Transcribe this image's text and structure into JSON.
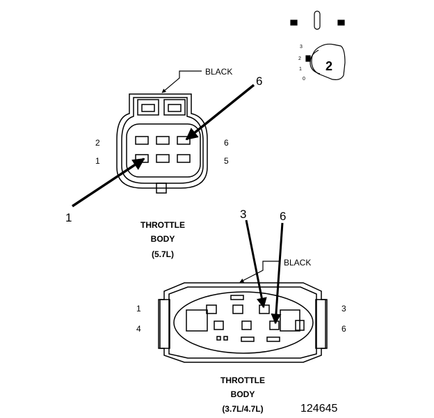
{
  "top_connector": {
    "wire_color": "BLACK",
    "pin_labels": {
      "left_upper": "2",
      "left_lower": "1",
      "right_upper": "6",
      "right_lower": "5"
    },
    "callouts": {
      "arrow_pin_6": "6",
      "arrow_pin_1": "1"
    },
    "caption": {
      "line1": "THROTTLE",
      "line2": "BODY",
      "line3": "(5.7L)"
    }
  },
  "bottom_connector": {
    "wire_color": "BLACK",
    "pin_labels": {
      "left_upper": "1",
      "left_lower": "4",
      "right_upper": "3",
      "right_lower": "6"
    },
    "callouts": {
      "arrow_pin_3": "3",
      "arrow_pin_6": "6"
    },
    "caption": {
      "line1": "THROTTLE",
      "line2": "BODY",
      "line3": "(3.7L/4.7L)"
    }
  },
  "key": {
    "position_marks": [
      "3",
      "2",
      "1",
      "0"
    ],
    "number": "2"
  },
  "figure_id": "124645"
}
